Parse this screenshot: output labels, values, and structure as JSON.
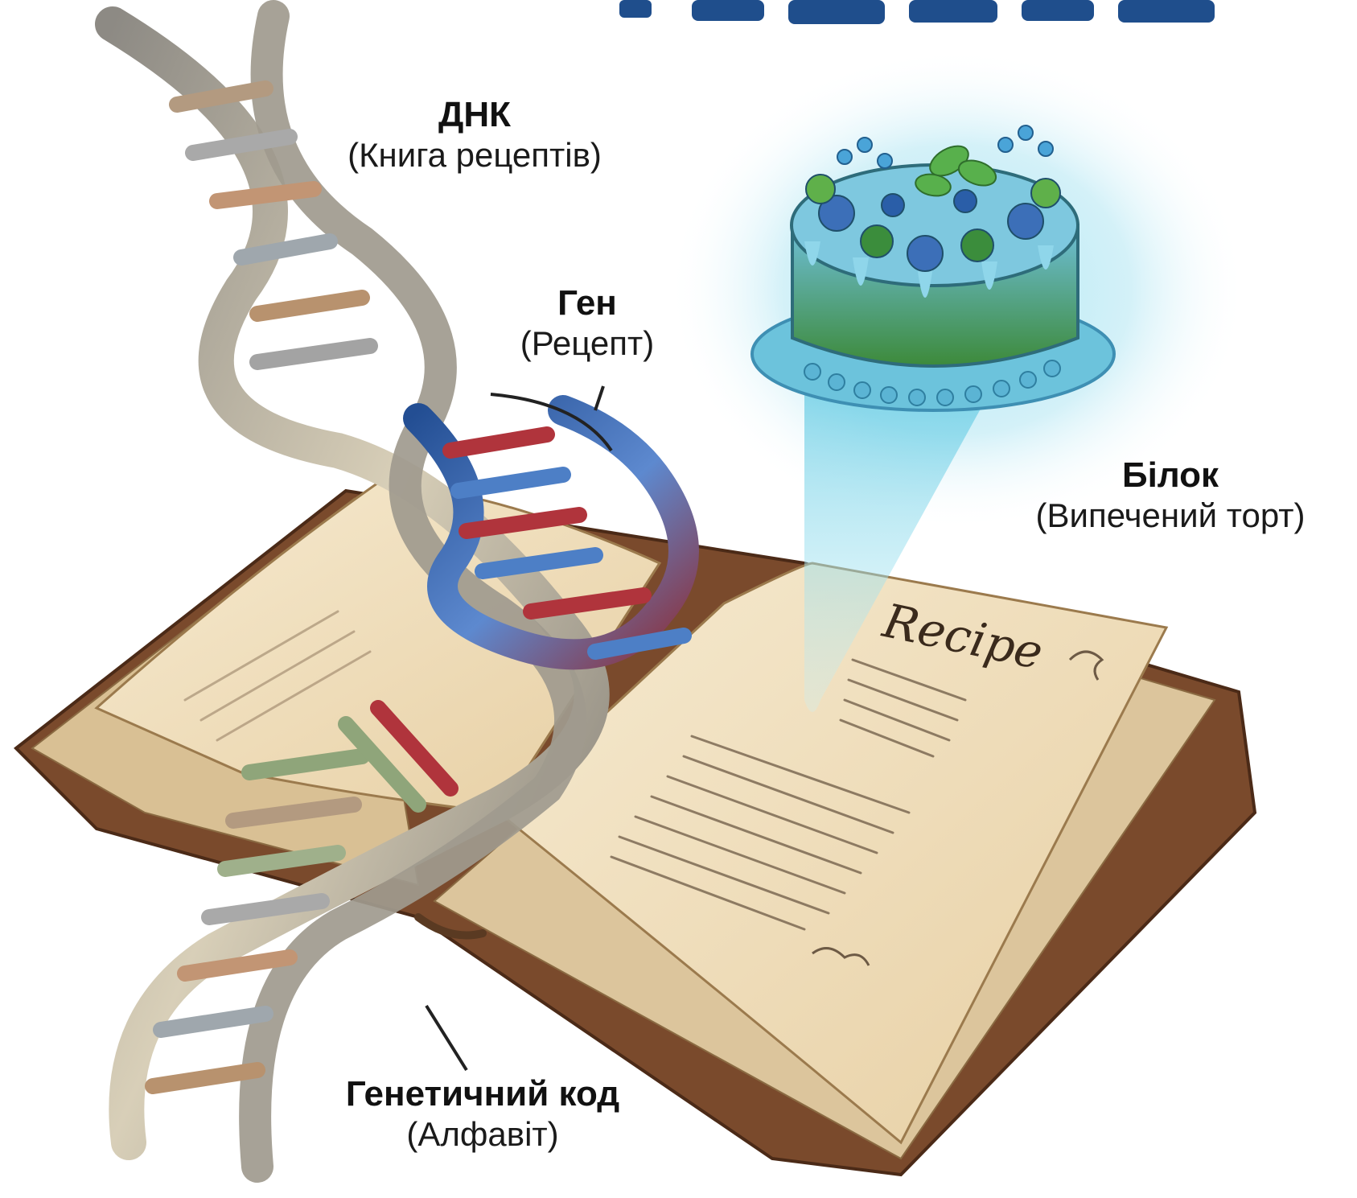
{
  "labels": {
    "dna": {
      "title": "ДНК",
      "subtitle": "(Книга рецептів)"
    },
    "gene": {
      "title": "Ген",
      "subtitle": "(Рецепт)"
    },
    "protein": {
      "title": "Білок",
      "subtitle": "(Випечений торт)"
    },
    "code": {
      "title": "Генетичний код",
      "subtitle": "(Алфавіт)"
    }
  },
  "book": {
    "page_heading": "Recipe"
  },
  "colors": {
    "title_blue": "#1f4e8c",
    "helix_grey": "#b8b2a4",
    "helix_blue": "#3a67b0",
    "rung_red": "#b0343c",
    "rung_blue": "#4d7fc6",
    "page_cream": "#f2e3c4",
    "cover_brown": "#7a4a2c",
    "cake_green": "#5aa84a",
    "glow_cyan": "#7fd6e8"
  }
}
